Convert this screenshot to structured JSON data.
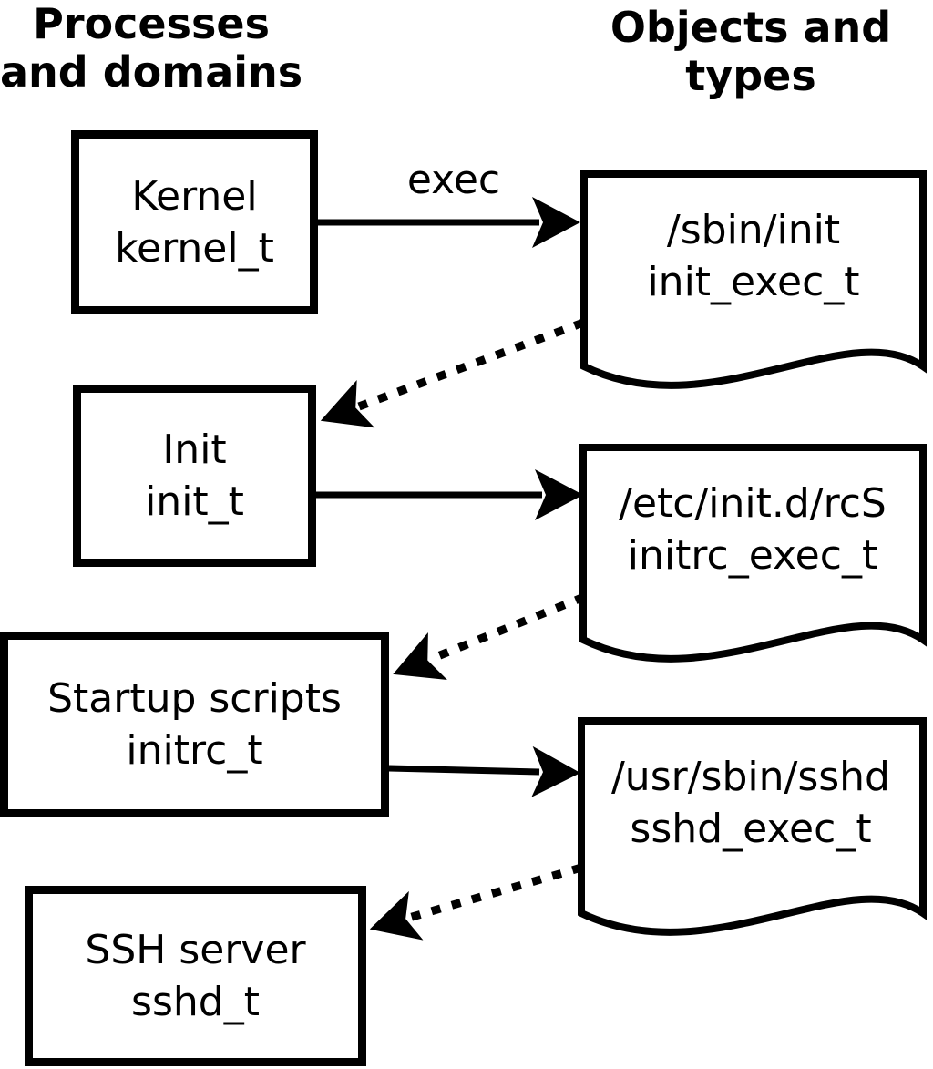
{
  "headers": {
    "left": {
      "line1": "Processes",
      "line2": "and domains"
    },
    "right": {
      "line1": "Objects and",
      "line2": "types"
    }
  },
  "process_boxes": [
    {
      "label": "Kernel",
      "type": "kernel_t"
    },
    {
      "label": "Init",
      "type": "init_t"
    },
    {
      "label": "Startup scripts",
      "type": "initrc_t"
    },
    {
      "label": "SSH server",
      "type": "sshd_t"
    }
  ],
  "object_docs": [
    {
      "path": "/sbin/init",
      "type": "init_exec_t"
    },
    {
      "path": "/etc/init.d/rcS",
      "type": "initrc_exec_t"
    },
    {
      "path": "/usr/sbin/sshd",
      "type": "sshd_exec_t"
    }
  ],
  "arrow_labels": {
    "exec": "exec"
  },
  "colors": {
    "stroke": "#000000",
    "background": "#ffffff"
  }
}
